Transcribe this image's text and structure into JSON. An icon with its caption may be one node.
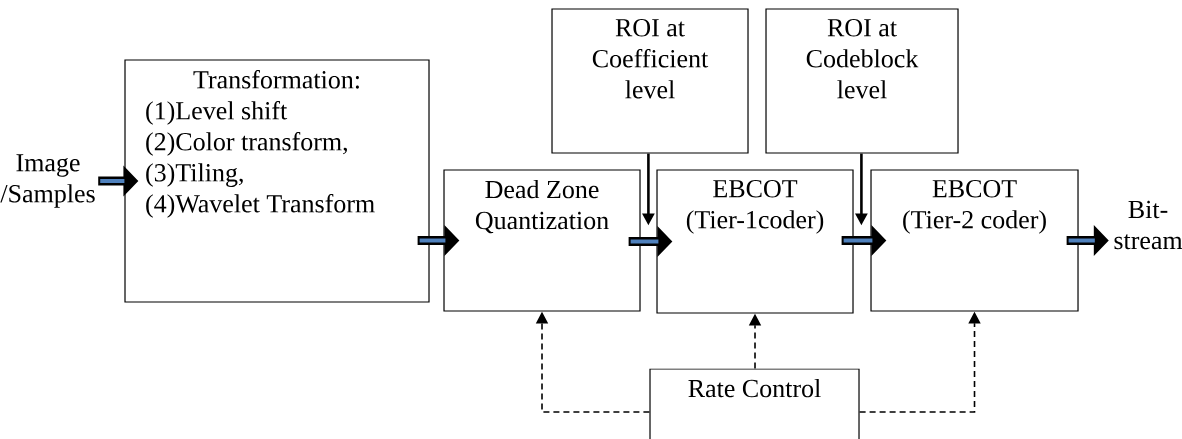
{
  "diagram": {
    "nodes": [
      {
        "text": [
          "Image /Samples"
        ]
      },
      {
        "text": [
          "Transformation:",
          "(1)Level shift",
          "(2)Color transform,",
          "(3)Tiling,",
          "(4)Wavelet Transform"
        ]
      },
      {
        "text": [
          "Dead Zone Quantization"
        ]
      },
      {
        "text": [
          "ROI at Coefficient level"
        ]
      },
      {
        "text": [
          "EBCOT (Tier-1coder)"
        ]
      },
      {
        "text": [
          "ROI at Codeblock level"
        ]
      },
      {
        "text": [
          "EBCOT (Tier-2 coder)"
        ]
      },
      {
        "text": [
          "Bit-stream"
        ]
      },
      {
        "text": [
          "Rate Control"
        ]
      }
    ],
    "edges": [
      {
        "from": 0,
        "to": 1,
        "arrow": "to",
        "style": "thick"
      },
      {
        "from": 1,
        "to": 2,
        "arrow": "to",
        "style": "thick"
      },
      {
        "from": 2,
        "to": 4,
        "arrow": "to",
        "style": "thick"
      },
      {
        "from": 3,
        "to": 4,
        "arrow": "to"
      },
      {
        "from": 4,
        "to": 6,
        "arrow": "to",
        "style": "thick"
      },
      {
        "from": 5,
        "to": 6,
        "arrow": "to"
      },
      {
        "from": 6,
        "to": 7,
        "arrow": "to",
        "style": "thick"
      },
      {
        "from": 8,
        "to": 2,
        "arrow": "to",
        "style": "dashed"
      },
      {
        "from": 8,
        "to": 4,
        "arrow": "to",
        "style": "dashed"
      },
      {
        "from": 8,
        "to": 6,
        "arrow": "to",
        "style": "dashed"
      }
    ]
  }
}
